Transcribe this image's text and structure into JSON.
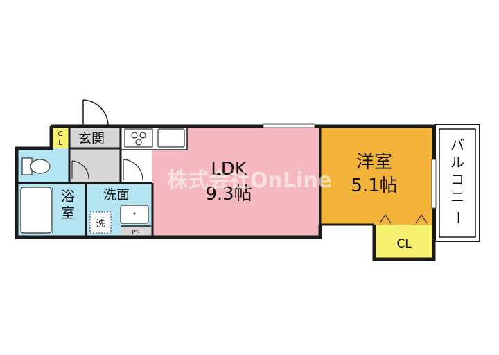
{
  "rooms": {
    "genkan": "玄関",
    "cl_small_1": "C",
    "cl_small_2": "L",
    "yokushitsu_1": "浴",
    "yokushitsu_2": "室",
    "senmen": "洗面",
    "sen": "洗",
    "ps": "PS",
    "ldk_name": "LDK",
    "ldk_size": "9.3帖",
    "yoshitsu_name": "洋室",
    "yoshitsu_size": "5.1帖",
    "cl": "CL",
    "balcony": [
      "バ",
      "ル",
      "コ",
      "ニ",
      "ー"
    ]
  },
  "watermark": "株式会社OnLine",
  "colors": {
    "ldk": "#f5b8c0",
    "yoshitsu": "#f3b23a",
    "wet": "#b5e4f2",
    "cl": "#f8f070",
    "floor_gray": "#d7d7d7",
    "wall": "#1a1a1a"
  }
}
